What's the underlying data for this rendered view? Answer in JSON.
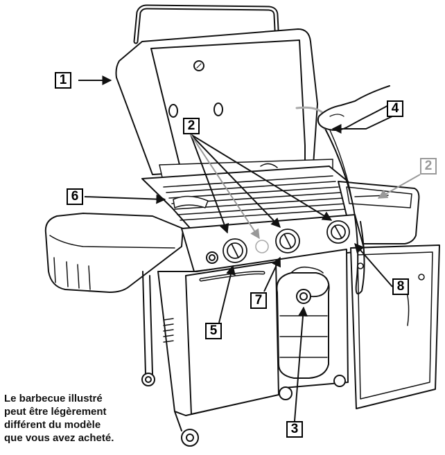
{
  "callouts": {
    "c1": "1",
    "c2": "2",
    "c2_side": "2",
    "c3": "3",
    "c4": "4",
    "c5": "5",
    "c6": "6",
    "c7": "7",
    "c8": "8"
  },
  "caption": [
    "Le barbecue illustré",
    "peut être légèrement",
    "différent du modèle",
    "que vous avez acheté."
  ],
  "colors": {
    "line": "#111111",
    "ghost": "#a8a8a8",
    "fill": "#ffffff"
  }
}
